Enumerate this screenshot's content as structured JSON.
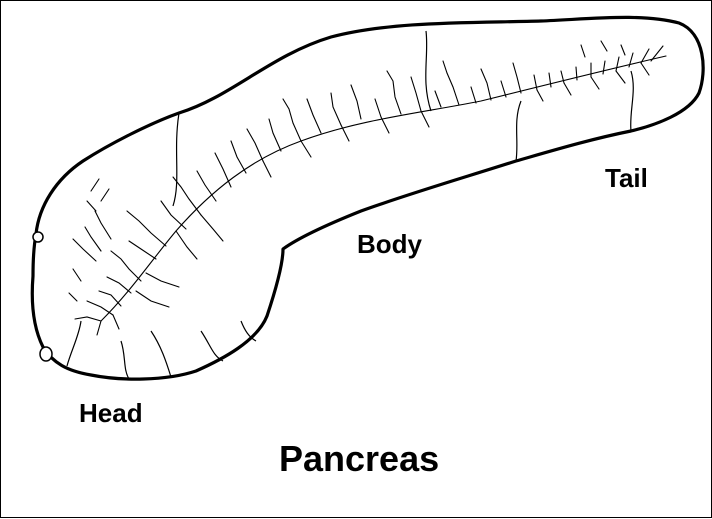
{
  "diagram": {
    "title": "Pancreas",
    "labels": {
      "tail": "Tail",
      "body": "Body",
      "head": "Head"
    },
    "colors": {
      "stroke": "#000000",
      "background": "#ffffff"
    }
  }
}
